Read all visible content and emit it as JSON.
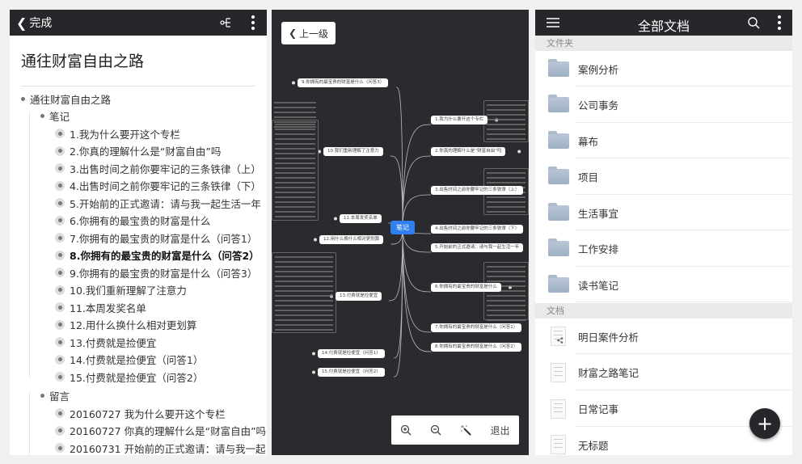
{
  "outline_panel": {
    "back_label": "完成",
    "mindmap_icon": "mindmap-icon",
    "more_icon": "more-vertical-icon",
    "title": "通往财富自由之路",
    "root": "通往财富自由之路",
    "groups": [
      {
        "label": "笔记",
        "items": [
          {
            "text": "1.我为什么要开这个专栏"
          },
          {
            "text": "2.你真的理解什么是“财富自由”吗"
          },
          {
            "text": "3.出售时间之前你要牢记的三条铁律（上）"
          },
          {
            "text": "4.出售时间之前你要牢记的三条铁律（下）"
          },
          {
            "text": "5.开始前的正式邀请：请与我一起生活一年"
          },
          {
            "text": "6.你拥有的最宝贵的财富是什么"
          },
          {
            "text": "7.你拥有的最宝贵的财富是什么（问答1）"
          },
          {
            "text": "8.你拥有的最宝贵的财富是什么（问答2）",
            "bold": true
          },
          {
            "text": "9.你拥有的最宝贵的财富是什么（问答3）"
          },
          {
            "text": "10.我们重新理解了注意力"
          },
          {
            "text": "11.本周发奖名单"
          },
          {
            "text": "12.用什么换什么相对更划算"
          },
          {
            "text": "13.付费就是捡便宜"
          },
          {
            "text": "14.付费就是捡便宜（问答1）"
          },
          {
            "text": "15.付费就是捡便宜（问答2）"
          }
        ]
      },
      {
        "label": "留言",
        "items": [
          {
            "text": "20160727 我为什么要开这个专栏"
          },
          {
            "text": "20160727 你真的理解什么是“财富自由”吗"
          },
          {
            "text": "20160731 开始前的正式邀请：请与我一起"
          }
        ]
      }
    ]
  },
  "mindmap_panel": {
    "up_label": "上一级",
    "center": "笔记",
    "accent_color": "#2f7ff0",
    "nodes": [
      "1.我为什么要开这个专栏",
      "2.你真的理解什么是“财富自由”吗",
      "3.出售时间之前你要牢记的三条铁律（上）",
      "4.出售时间之前你要牢记的三条铁律（下）",
      "5.开始前的正式邀请：请与我一起生活一年",
      "6.你拥有的最宝贵的财富是什么",
      "7.你拥有的最宝贵的财富是什么（问答1）",
      "8.你拥有的最宝贵的财富是什么（问答2）",
      "9.你拥有的最宝贵的财富是什么（问答3）",
      "10.我们重新理解了注意力",
      "11.本周发奖名单",
      "12.用什么换什么相对更划算",
      "13.付费就是捡便宜",
      "14.付费就是捡便宜（问答1）",
      "15.付费就是捡便宜（问答2）"
    ],
    "toolbar": {
      "zoom_in_icon": "zoom-in-icon",
      "zoom_out_icon": "zoom-out-icon",
      "magic_icon": "magic-wand-icon",
      "exit_label": "退出"
    }
  },
  "docs_panel": {
    "title": "全部文档",
    "menu_icon": "hamburger-icon",
    "search_icon": "search-icon",
    "folders_header": "文件夹",
    "folders": [
      "案例分析",
      "公司事务",
      "幕布",
      "项目",
      "生活事宜",
      "工作安排",
      "读书笔记"
    ],
    "docs_header": "文档",
    "docs": [
      {
        "name": "明日案件分析",
        "shared": true
      },
      {
        "name": "财富之路笔记"
      },
      {
        "name": "日常记事"
      },
      {
        "name": "无标题"
      }
    ],
    "fab_label": "+"
  }
}
